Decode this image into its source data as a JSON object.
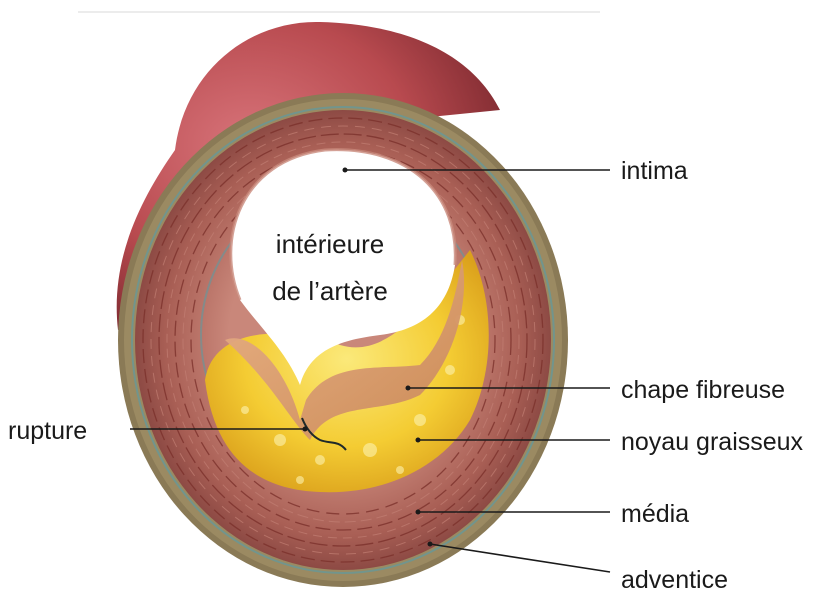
{
  "labels": {
    "lumen_line1": "intérieure",
    "lumen_line2": "de l’artère",
    "intima": "intima",
    "fibrous_cap": "chape fibreuse",
    "fatty_core": "noyau graisseux",
    "media": "média",
    "adventitia": "adventice",
    "rupture": "rupture"
  },
  "colors": {
    "outer_tube": "#b84a4f",
    "adventitia": "#8a7a56",
    "media": "#b06a5e",
    "intima": "#d9a28f",
    "fatty_core": "#f2c12e",
    "fatty_core_light": "#f8e06a",
    "lumen": "#ffffff"
  }
}
